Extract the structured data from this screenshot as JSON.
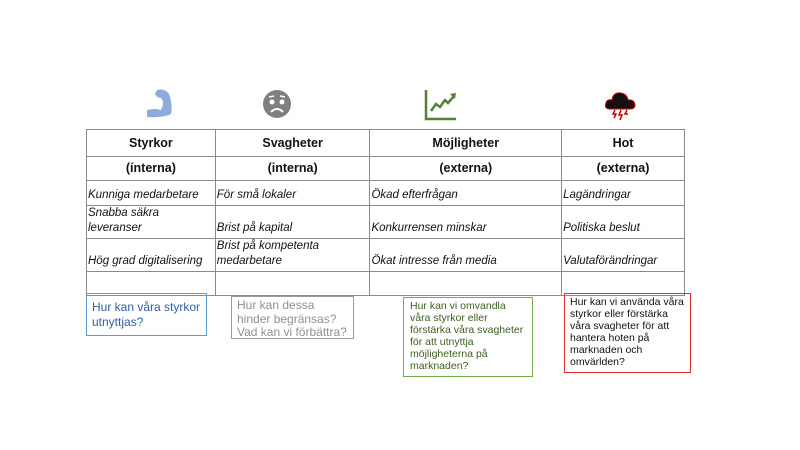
{
  "columns": [
    {
      "title": "Styrkor",
      "subtitle": "(ínterna)",
      "icon": "flexed-biceps-icon",
      "items": [
        "Kunniga medarbetare",
        "Snabba säkra leveranser",
        "Hög grad digitalisering",
        ""
      ]
    },
    {
      "title": "Svagheter",
      "subtitle": "(interna)",
      "icon": "worried-face-icon",
      "items": [
        "För små lokaler",
        "Brist på kapital",
        "Brist på kompetenta medarbetare",
        ""
      ]
    },
    {
      "title": "Möjligheter",
      "subtitle": "(externa)",
      "icon": "trending-chart-icon",
      "items": [
        "Ökad efterfrågan",
        "Konkurrensen minskar",
        "Ökat intresse från media",
        ""
      ]
    },
    {
      "title": "Hot",
      "subtitle": "(externa)",
      "icon": "storm-cloud-icon",
      "items": [
        "Lagändringar",
        "Politiska beslut",
        "Valutaförändringar",
        ""
      ]
    }
  ],
  "questions": [
    {
      "text": "Hur kan våra styrkor utnyttjas?",
      "color": "#2e5fa8",
      "border": "#5b9bd5"
    },
    {
      "text": "Hur kan dessa hinder begränsas? Vad kan vi förbättra?",
      "color": "#909090",
      "border": "#9a9a9a"
    },
    {
      "text": "Hur kan vi omvandla våra styrkor eller förstärka våra svagheter för att utnyttja möjligheterna på marknaden?",
      "color": "#3b5e1f",
      "border": "#70ad47"
    },
    {
      "text": "Hur kan vi använda våra styrkor eller förstärka våra svagheter för att hantera hoten på marknaden och omvärlden?",
      "color": "#111111",
      "border": "#e03030"
    }
  ]
}
